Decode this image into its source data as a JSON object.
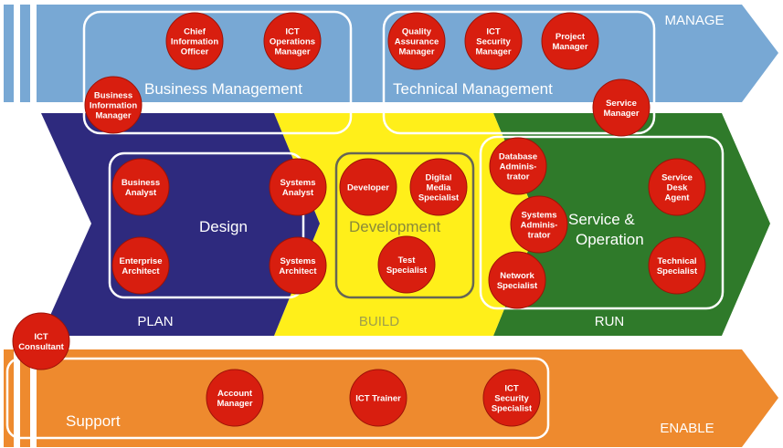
{
  "phases": {
    "manage": "MANAGE",
    "plan": "PLAN",
    "build": "BUILD",
    "run": "RUN",
    "enable": "ENABLE"
  },
  "areas": {
    "business_management": "Business Management",
    "technical_management": "Technical Management",
    "design": "Design",
    "development": "Development",
    "service_operation_1": "Service &",
    "service_operation_2": "Operation",
    "support": "Support"
  },
  "roles": {
    "cio": [
      "Chief",
      "Information",
      "Officer"
    ],
    "ict_ops_manager": [
      "ICT",
      "Operations",
      "Manager"
    ],
    "qa_manager": [
      "Quality",
      "Assurance",
      "Manager"
    ],
    "ict_security_manager": [
      "ICT",
      "Security",
      "Manager"
    ],
    "project_manager": [
      "Project",
      "Manager"
    ],
    "business_info_manager": [
      "Business",
      "Information",
      "Manager"
    ],
    "service_manager": [
      "Service",
      "Manager"
    ],
    "business_analyst": [
      "Business",
      "Analyst"
    ],
    "systems_analyst": [
      "Systems",
      "Analyst"
    ],
    "enterprise_architect": [
      "Enterprise",
      "Architect"
    ],
    "systems_architect": [
      "Systems",
      "Architect"
    ],
    "developer": [
      "Developer"
    ],
    "digital_media_specialist": [
      "Digital",
      "Media",
      "Specialist"
    ],
    "test_specialist": [
      "Test",
      "Specialist"
    ],
    "database_administrator": [
      "Database",
      "Adminis-",
      "trator"
    ],
    "systems_administrator": [
      "Systems",
      "Adminis-",
      "trator"
    ],
    "network_specialist": [
      "Network",
      "Specialist"
    ],
    "service_desk_agent": [
      "Service",
      "Desk",
      "Agent"
    ],
    "technical_specialist": [
      "Technical",
      "Specialist"
    ],
    "ict_consultant": [
      "ICT",
      "Consultant"
    ],
    "account_manager": [
      "Account",
      "Manager"
    ],
    "ict_trainer": [
      "ICT Trainer"
    ],
    "ict_security_specialist": [
      "ICT",
      "Security",
      "Specialist"
    ]
  },
  "colors": {
    "manage_band": "#78a8d4",
    "plan_chevron": "#2e2a7e",
    "build_chevron": "#ffef1a",
    "run_chevron": "#2f7a2a",
    "enable_band": "#ee8a2e",
    "role_fill": "#d81e0f"
  }
}
